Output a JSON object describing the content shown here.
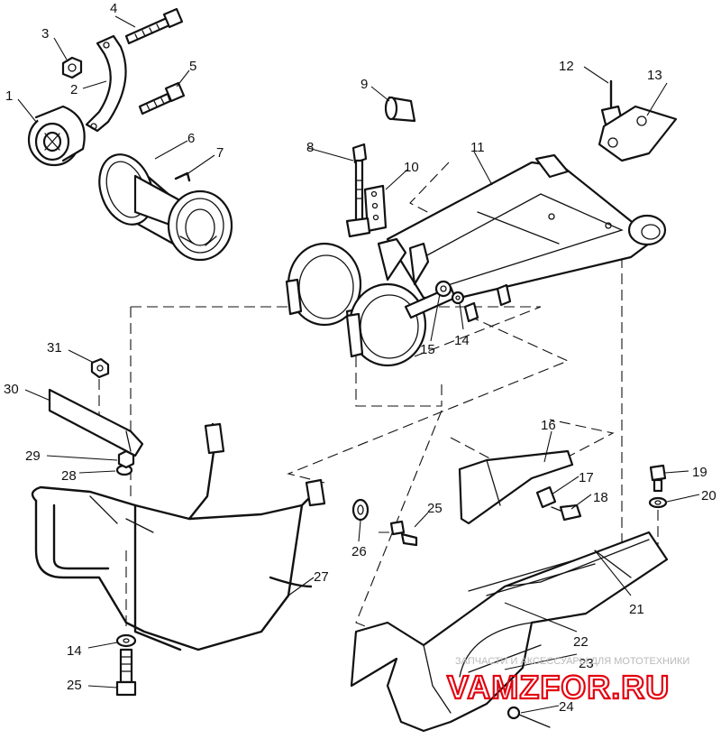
{
  "diagram": {
    "labels": [
      {
        "id": "1"
      },
      {
        "id": "2"
      },
      {
        "id": "3"
      },
      {
        "id": "4"
      },
      {
        "id": "5"
      },
      {
        "id": "6"
      },
      {
        "id": "7"
      },
      {
        "id": "8"
      },
      {
        "id": "9"
      },
      {
        "id": "10"
      },
      {
        "id": "11"
      },
      {
        "id": "12"
      },
      {
        "id": "13"
      },
      {
        "id": "14"
      },
      {
        "id": "15"
      },
      {
        "id": "16"
      },
      {
        "id": "17"
      },
      {
        "id": "18"
      },
      {
        "id": "19"
      },
      {
        "id": "20"
      },
      {
        "id": "21"
      },
      {
        "id": "22"
      },
      {
        "id": "23"
      },
      {
        "id": "24"
      },
      {
        "id": "25"
      },
      {
        "id": "26"
      },
      {
        "id": "27"
      },
      {
        "id": "28"
      },
      {
        "id": "29"
      },
      {
        "id": "30"
      },
      {
        "id": "31"
      },
      {
        "id": "14"
      },
      {
        "id": "25"
      }
    ],
    "watermark": {
      "small": "ЗАПЧАСТИ И АКСЕССУАРЫ ДЛЯ МОТОТЕХНИКИ",
      "big": "VAMZFOR.RU",
      "color": "#e3000f"
    }
  }
}
